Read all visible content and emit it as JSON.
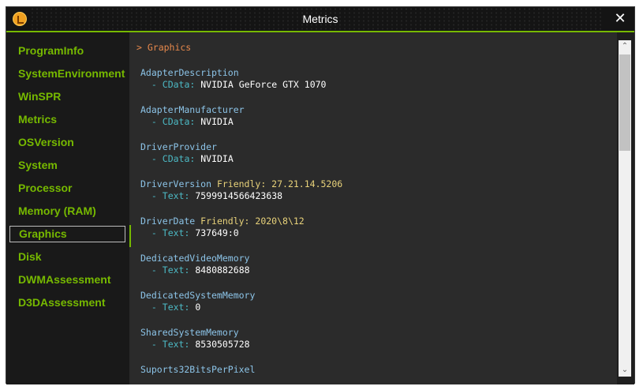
{
  "window": {
    "title": "Metrics",
    "close_glyph": "✕"
  },
  "sidebar": {
    "items": [
      {
        "label": "ProgramInfo"
      },
      {
        "label": "SystemEnvironment"
      },
      {
        "label": "WinSPR"
      },
      {
        "label": "Metrics"
      },
      {
        "label": "OSVersion"
      },
      {
        "label": "System"
      },
      {
        "label": "Processor"
      },
      {
        "label": "Memory (RAM)"
      },
      {
        "label": "Graphics",
        "selected": true
      },
      {
        "label": "Disk"
      },
      {
        "label": "DWMAssessment"
      },
      {
        "label": "D3DAssessment"
      }
    ]
  },
  "content": {
    "header": "> Graphics",
    "entries": [
      {
        "key": "AdapterDescription",
        "friendly": "",
        "sub_label": " - CData:",
        "sub_value": " NVIDIA GeForce GTX 1070"
      },
      {
        "key": "AdapterManufacturer",
        "friendly": "",
        "sub_label": " - CData:",
        "sub_value": " NVIDIA"
      },
      {
        "key": "DriverProvider",
        "friendly": "",
        "sub_label": " - CData:",
        "sub_value": " NVIDIA"
      },
      {
        "key": "DriverVersion",
        "friendly": " Friendly: 27.21.14.5206",
        "sub_label": " - Text:",
        "sub_value": " 7599914566423638"
      },
      {
        "key": "DriverDate",
        "friendly": " Friendly: 2020\\8\\12",
        "sub_label": " - Text:",
        "sub_value": " 737649:0"
      },
      {
        "key": "DedicatedVideoMemory",
        "friendly": "",
        "sub_label": " - Text:",
        "sub_value": " 8480882688"
      },
      {
        "key": "DedicatedSystemMemory",
        "friendly": "",
        "sub_label": " - Text:",
        "sub_value": " 0"
      },
      {
        "key": "SharedSystemMemory",
        "friendly": "",
        "sub_label": " - Text:",
        "sub_value": " 8530505728"
      },
      {
        "key": "Suports32BitsPerPixel",
        "friendly": "",
        "sub_label": "",
        "sub_value": ""
      }
    ]
  },
  "scrollbar": {
    "up_glyph": "⌃",
    "down_glyph": "⌄"
  },
  "colors": {
    "accent": "#76b900",
    "key": "#8cc4e8",
    "friendly": "#e8d27a",
    "sub": "#4cb9c4",
    "header": "#e8894c"
  }
}
